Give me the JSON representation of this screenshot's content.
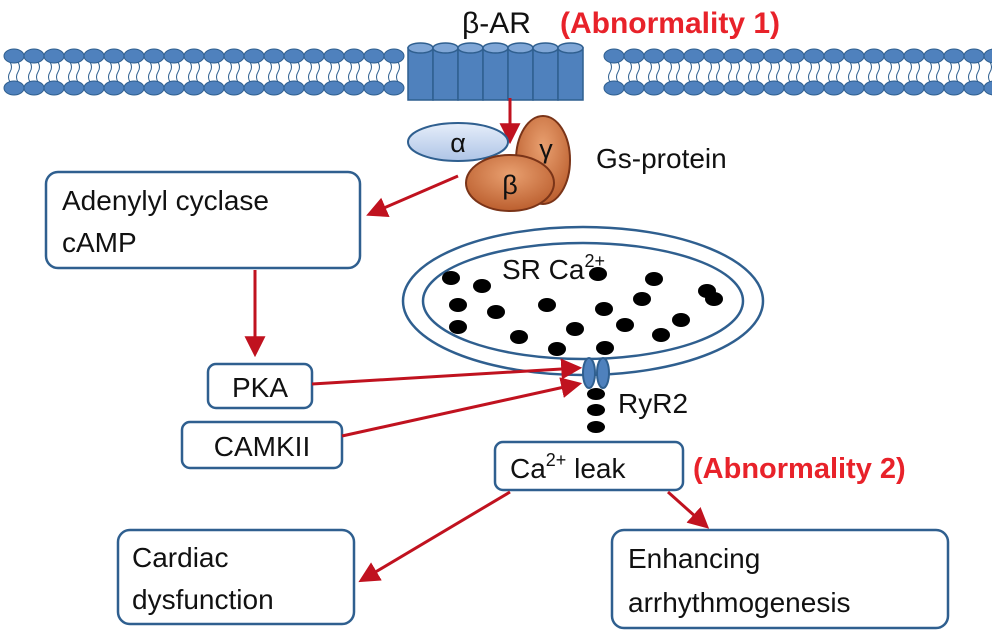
{
  "receptor": {
    "name": "β-AR",
    "abnormality": "(Abnormality 1)"
  },
  "g_protein": {
    "label": "Gs-protein",
    "subunits": {
      "alpha": "α",
      "beta": "β",
      "gamma": "γ"
    }
  },
  "nodes": {
    "adenylyl_cyclase": {
      "line1": "Adenylyl cyclase",
      "line2": "cAMP"
    },
    "pka": "PKA",
    "camkii": "CAMKII",
    "ca_leak": {
      "prefix": "Ca",
      "sup": "2+",
      "suffix": " leak",
      "abnormality": "(Abnormality 2)"
    },
    "cardiac": {
      "line1": "Cardiac",
      "line2": "dysfunction"
    },
    "arrhythmia": {
      "line1": "Enhancing",
      "line2": "arrhythmogenesis"
    }
  },
  "sr": {
    "label": "SR Ca",
    "sup": "2+"
  },
  "channel": {
    "label": "RyR2"
  },
  "colors": {
    "membrane_blue": "#4f81bd",
    "membrane_dark": "#2f5f8f",
    "arrow_red": "#c0121f",
    "highlight_red": "#e8222a",
    "g_alpha": "#c9d9f0",
    "g_beta_gamma": "#c8703c"
  }
}
